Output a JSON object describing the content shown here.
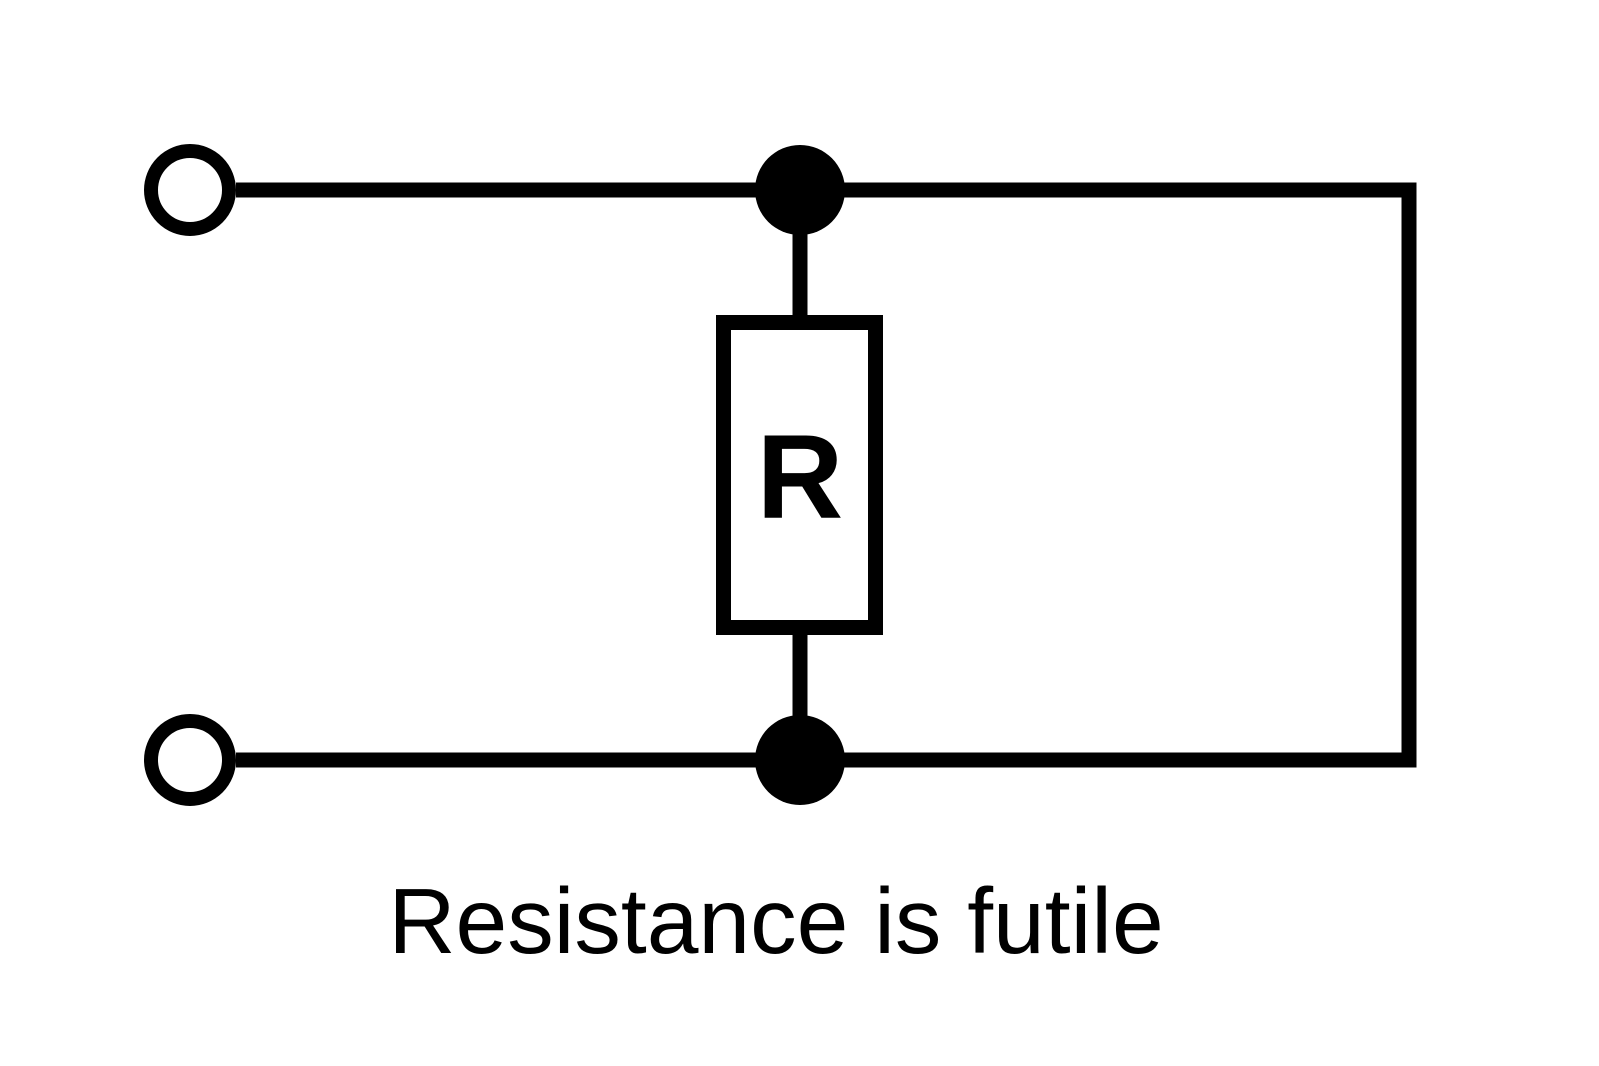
{
  "page": {
    "background": "#ffffff"
  },
  "diagram": {
    "caption": "Resistance is futile",
    "resistor_label": "R",
    "colors": {
      "line": "#000000",
      "component_fill": "#ffffff",
      "junction_fill": "#000000",
      "text": "#000000"
    },
    "components": [
      {
        "name": "top-terminal",
        "kind": "open-circle-terminal"
      },
      {
        "name": "bottom-terminal",
        "kind": "open-circle-terminal"
      },
      {
        "name": "top-junction-dot",
        "kind": "filled-junction"
      },
      {
        "name": "bottom-junction-dot",
        "kind": "filled-junction"
      },
      {
        "name": "resistor",
        "kind": "box-resistor",
        "label": "R"
      },
      {
        "name": "short-circuit-wire",
        "kind": "wire-loop"
      }
    ]
  }
}
